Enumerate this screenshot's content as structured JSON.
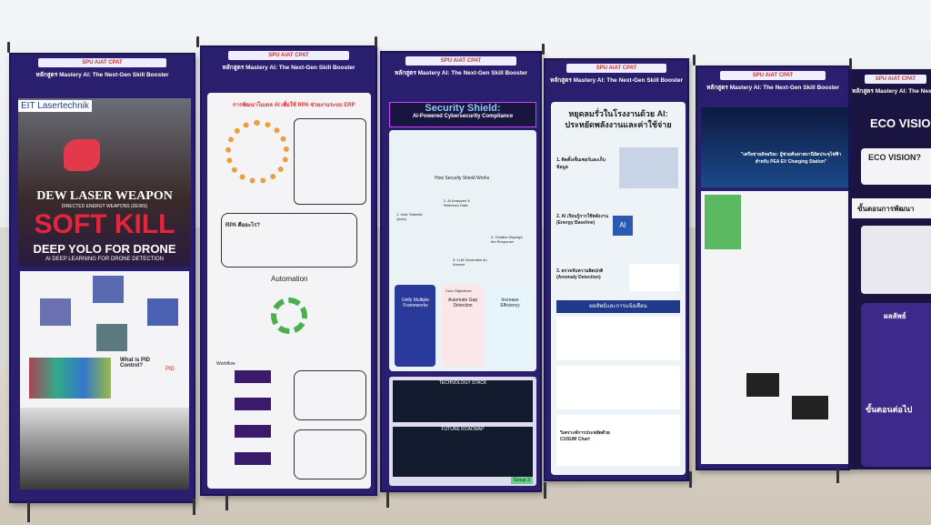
{
  "common": {
    "logos": "SPU  AiAT  CPAT",
    "title": "หลักสูตร Mastery AI: The Next-Gen Skill Booster"
  },
  "p1": {
    "brand": "EIT Lasertechnik",
    "h1": "DEW LASER WEAPON",
    "h2": "DIRECTED ENERGY WEAPONS (DEWS)",
    "h3": "SOFT KILL",
    "h4": "DEEP YOLO FOR DRONE",
    "h5": "AI DEEP LEARNING FOR DRONE DETECTION",
    "pid": "What is PID Control?",
    "pid_tag": "PID"
  },
  "p2": {
    "h1": "การพัฒนาโมเดล AI เพื่อใช้ RPA ช่วยงานระบบ ERP",
    "rpa": "RPA คืออะไร?",
    "auto": "Automation",
    "workflow": "Workflow"
  },
  "p3": {
    "h1": "Security Shield:",
    "h2": "AI-Powered Cybersecurity Compliance",
    "how": "How Security Shield Works",
    "s1": "1. User Submits Query",
    "s2": "2. AI Analyzes & Retrieves Data",
    "s3": "3. Chatbot Displays the Response",
    "s4": "3. LLM Generates an Answer",
    "c1": "Unify Multiple Frameworks",
    "c2": "Core Objectives",
    "c2b": "Automate Gap Detection",
    "c3": "Increase Efficiency",
    "tech": "TECHNOLOGY STACK",
    "road": "FUTURE ROADMAP",
    "group": "Group 3"
  },
  "p4": {
    "h1": "หยุดลมรั่วในโรงงานด้วย AI:",
    "h2": "ประหยัดพลังงานและค่าใช้จ่าย",
    "s1": "1. ติดตั้งเซ็นเซอร์และเก็บข้อมูล",
    "s2": "2. AI เรียนรู้การใช้พลังงาน (Energy Baseline)",
    "s3": "3. ตรวจจับความผิดปกติ (Anomaly Detection)",
    "res": "ผลลัพธ์และการแจ้งเตือน",
    "r3": "วิเคราะห์การประหยัดด้วย CUSUM Chart",
    "ai": "AI"
  },
  "p5": {
    "quote": "\"เครือข่ายอัจฉริยะ: ผู้ช่วยค้นหาสถานีอัดประจุไฟฟ้า สำหรับ PEA EV Charging Station\""
  },
  "p6": {
    "h1": "ECO VISION",
    "h2": "ECO VISION?",
    "steps": "ขั้นตอนการพัฒนา",
    "result": "ผลลัพธ์",
    "next": "ขั้นตอนต่อไป"
  }
}
